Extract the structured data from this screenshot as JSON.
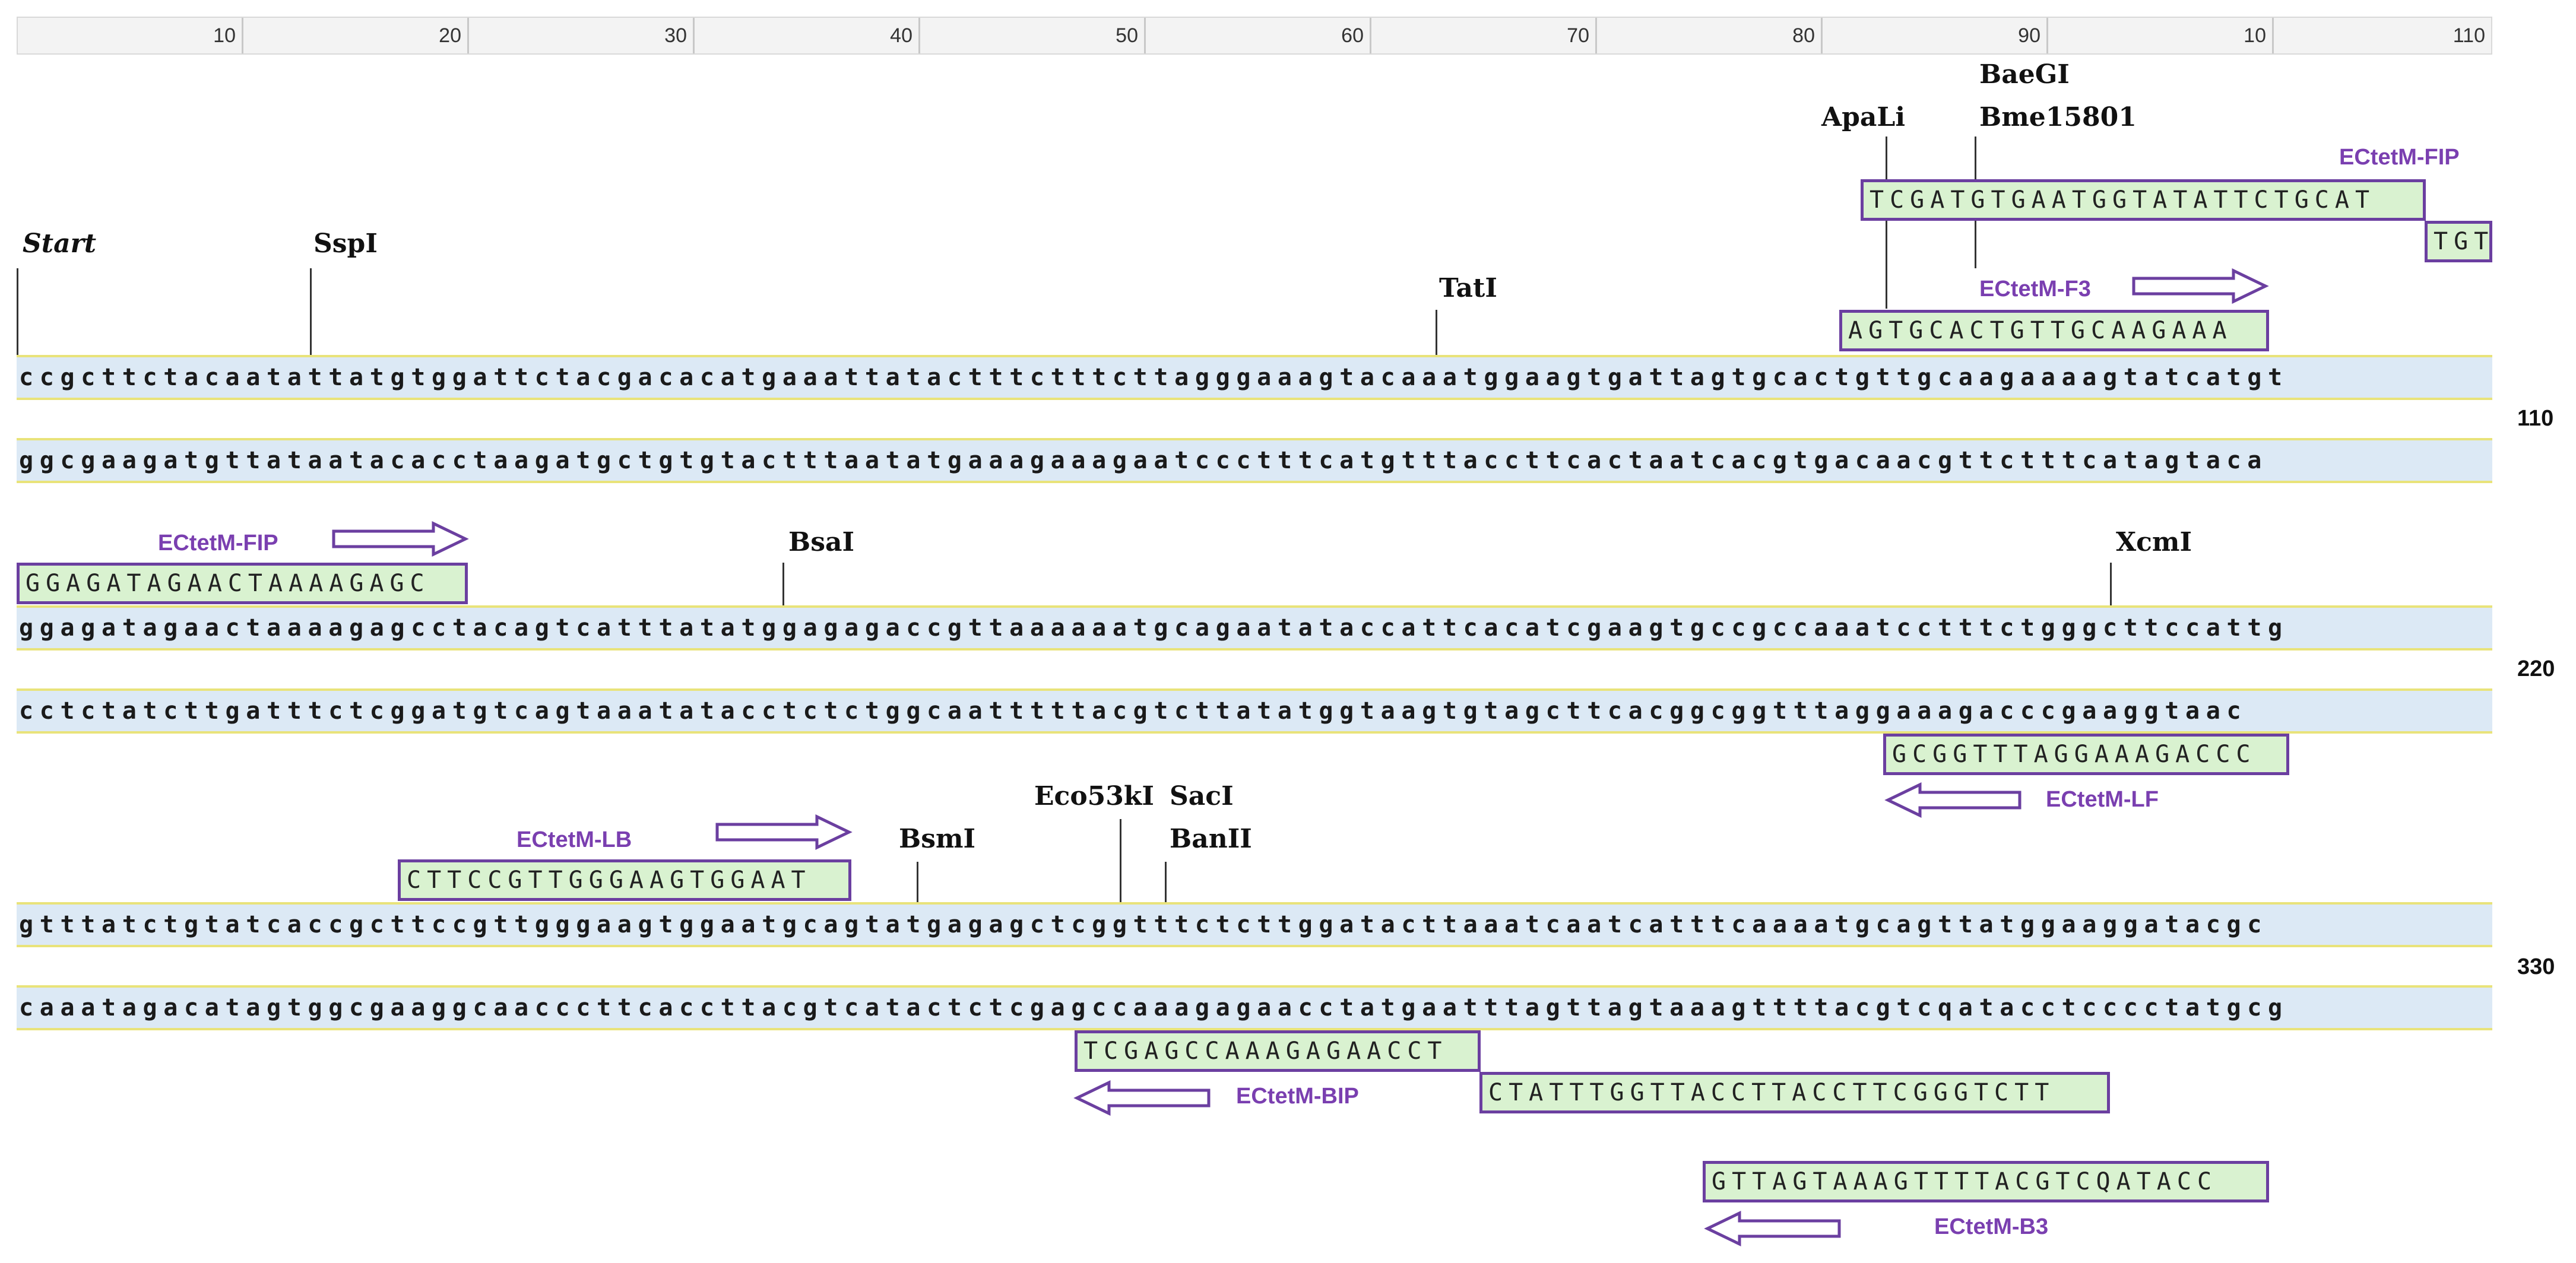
{
  "ruler": {
    "ticks": [
      "10",
      "20",
      "30",
      "40",
      "50",
      "60",
      "70",
      "80",
      "90",
      "10",
      "110"
    ]
  },
  "rows": [
    {
      "seq": "ccgcttctacaatattatgtggattctacgacacatgaaattatactttctttcttagggaaagtacaaatggaagtgattagtgcactgttgcaagaaaagtatcatgt",
      "num": ""
    },
    {
      "seq": "ggcgaagatgttataatacacctaagatgctgtgtactttaatatgaaagaaagaatccctttcatgtttaccttcactaatcacgtgacaacgttctttcatagtaca",
      "num": "110"
    },
    {
      "seq": "ggagatagaactaaaagagcctacagtcatttatatggagagaccgttaaaaaatgcagaatataccattcacatcgaagtgccgccaaatcctttctgggcttccattg",
      "num": ""
    },
    {
      "seq": "cctctatcttgatttctcggatgtcagtaaatatacctctctggcaatttttacgtcttatatggtaagtgtagcttcacggcggtttaggaaagacccgaaggtaac",
      "num": "220"
    },
    {
      "seq": "gtttatctgtatcaccgcttccgttgggaagtggaatgcagtatgagagctcggtttctcttggatacttaaatcaatcatttcaaaatgcagttatggaaggatacgc",
      "num": ""
    },
    {
      "seq": "caaatagacatagtggcgaaggcaacccttcaccttacgtcatactctcgagccaaagagaacctatgaatttagttagtaaagttttacgtcqatacctcccctatgcg",
      "num": "330"
    }
  ],
  "sites": {
    "start": "Start",
    "sspi": "SspI",
    "tati": "TatI",
    "apali": "ApaLi",
    "baegi": "BaeGI",
    "bme": "Bme15801",
    "bsai": "BsaI",
    "xcmi": "XcmI",
    "bsmi": "BsmI",
    "eco": "Eco53kI",
    "saci": "SacI",
    "banii": "BanII"
  },
  "primers": {
    "fip_top": {
      "seq": "TCGATGTGAATGGTATATTCTGCAT",
      "label": "ECtetM-FIP"
    },
    "fip_top_cont": {
      "seq": "TGT"
    },
    "f3": {
      "seq": "AGTGCACTGTTGCAAGAAA",
      "label": "ECtetM-F3"
    },
    "fip_mid": {
      "seq": "GGAGATAGAACTAAAAGAGC",
      "label": "ECtetM-FIP"
    },
    "lf": {
      "seq": "GCGGTTTAGGAAAGACCC",
      "label": "ECtetM-LF"
    },
    "lb": {
      "seq": "CTTCCGTTGGGAAGTGGAAT",
      "label": "ECtetM-LB"
    },
    "bip1": {
      "seq": "TCGAGCCAAAGAGAACCT",
      "label": "ECtetM-BIP"
    },
    "bip2": {
      "seq": "CTATTTGGTTACCTTACCTTCGGGTCTT"
    },
    "b3": {
      "seq": "GTTAGTAAAGTTTTACGTCQATACC",
      "label": "ECtetM-B3"
    }
  },
  "colors": {
    "primer_border": "#6b3fa0",
    "primer_fill": "#d9f2d0",
    "strand_fill": "#dce9f5",
    "strand_border": "#e9e37a"
  }
}
